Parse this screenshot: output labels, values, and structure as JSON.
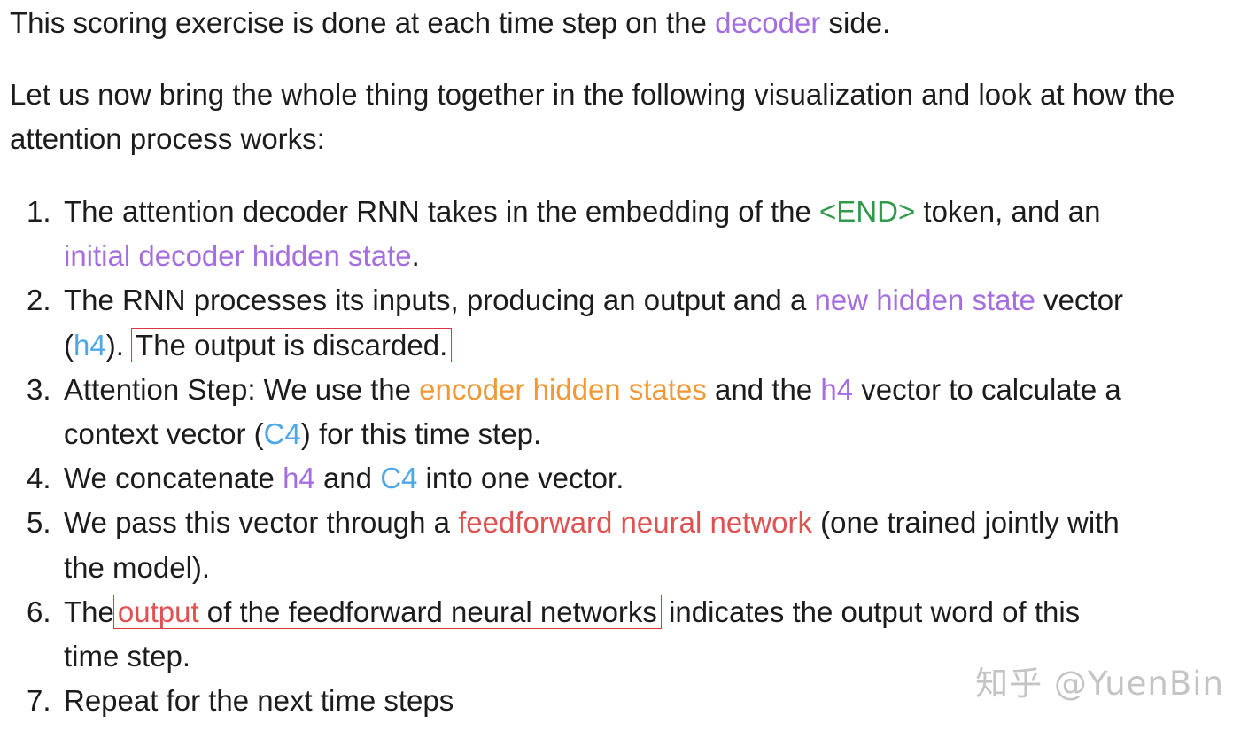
{
  "paragraphs": {
    "p1": {
      "before": "This scoring exercise is done at each time step on the ",
      "highlight": "decoder",
      "after": " side."
    },
    "p2": {
      "text": "Let us now bring the whole thing together in the following visualization and look at how the attention process works:"
    }
  },
  "steps": [
    {
      "number": "1.",
      "t1": "The attention decoder RNN takes in the embedding of the ",
      "h1": "<END>",
      "t2": " token, and an",
      "h2": "initial decoder hidden state",
      "t3": "."
    },
    {
      "number": "2.",
      "t1": "The RNN processes its inputs, producing an output and a ",
      "h1": "new hidden state",
      "t2": " vector",
      "t3": "(",
      "h2": "h4",
      "t4": "). ",
      "boxed": "The output is discarded."
    },
    {
      "number": "3.",
      "t1": "Attention Step: We use the ",
      "h1": "encoder hidden states",
      "t2": " and the ",
      "h2": "h4",
      "t3": " vector to calculate a",
      "t4": "context vector (",
      "h3": "C4",
      "t5": ") for this time step."
    },
    {
      "number": "4.",
      "t1": "We concatenate ",
      "h1": "h4",
      "t2": " and ",
      "h2": "C4",
      "t3": " into one vector."
    },
    {
      "number": "5.",
      "t1": "We pass this vector through a ",
      "h1": "feedforward neural network",
      "t2": " (one trained jointly with",
      "t3": "the model)."
    },
    {
      "number": "6.",
      "t1": "The",
      "h1": "output",
      "t2": " of the feedforward neural networks",
      "t3": " indicates the output word of this",
      "t4": "time step."
    },
    {
      "number": "7.",
      "t1": "Repeat for the next time steps"
    }
  ],
  "watermark": "知乎 @YuenBin",
  "colors": {
    "purple": "#a56ee0",
    "green": "#2e9a4a",
    "blue": "#4ea7e6",
    "orange": "#ef9a36",
    "red": "#e05252",
    "box_border": "#d9393e",
    "text": "#1c1c1c"
  }
}
